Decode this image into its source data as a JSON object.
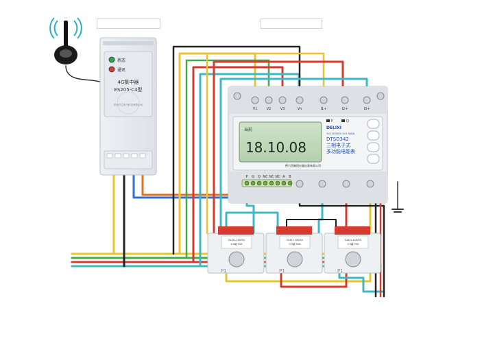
{
  "concentrator": {
    "status_label": "状态",
    "comm_label": "通讯",
    "name": "4G集中器",
    "model": "ES205-C4型",
    "company": "杭州华立电子科技有限公司"
  },
  "meter": {
    "top_terminals": [
      "V1",
      "V2",
      "V3",
      "Vn",
      "I1+",
      "I2+",
      "I3+"
    ],
    "bottom_terminals": [
      "P",
      "G",
      "Q",
      "NC",
      "NC",
      "NC",
      "A",
      "B"
    ],
    "pulse_p": "P",
    "pulse_q": "Q",
    "brand": "DELIXI",
    "spec": "3×220/380V 3×1.5(6)A",
    "model": "DTSD342",
    "type_line1": "三相电子式",
    "type_line2": "多功能电能表",
    "lcd_left": "当前",
    "lcd_value": "18.10.08",
    "manufacturer": "德力西集团仪器仪表有限公司",
    "nav_buttons": [
      "up-button",
      "down-button",
      "set-button",
      "enter-button"
    ]
  },
  "ct": {
    "label": "P1",
    "model_line": "DLEJ1-100/5A",
    "spec_line": "0.5级 5VA"
  },
  "wire_colors": {
    "phase_a": "#e8c431",
    "phase_b": "#3fae49",
    "phase_c": "#d63a2f",
    "neutral": "#3db8c6",
    "comm_a": "#e0721f",
    "comm_b": "#2e6fd6",
    "return": "#222222"
  }
}
